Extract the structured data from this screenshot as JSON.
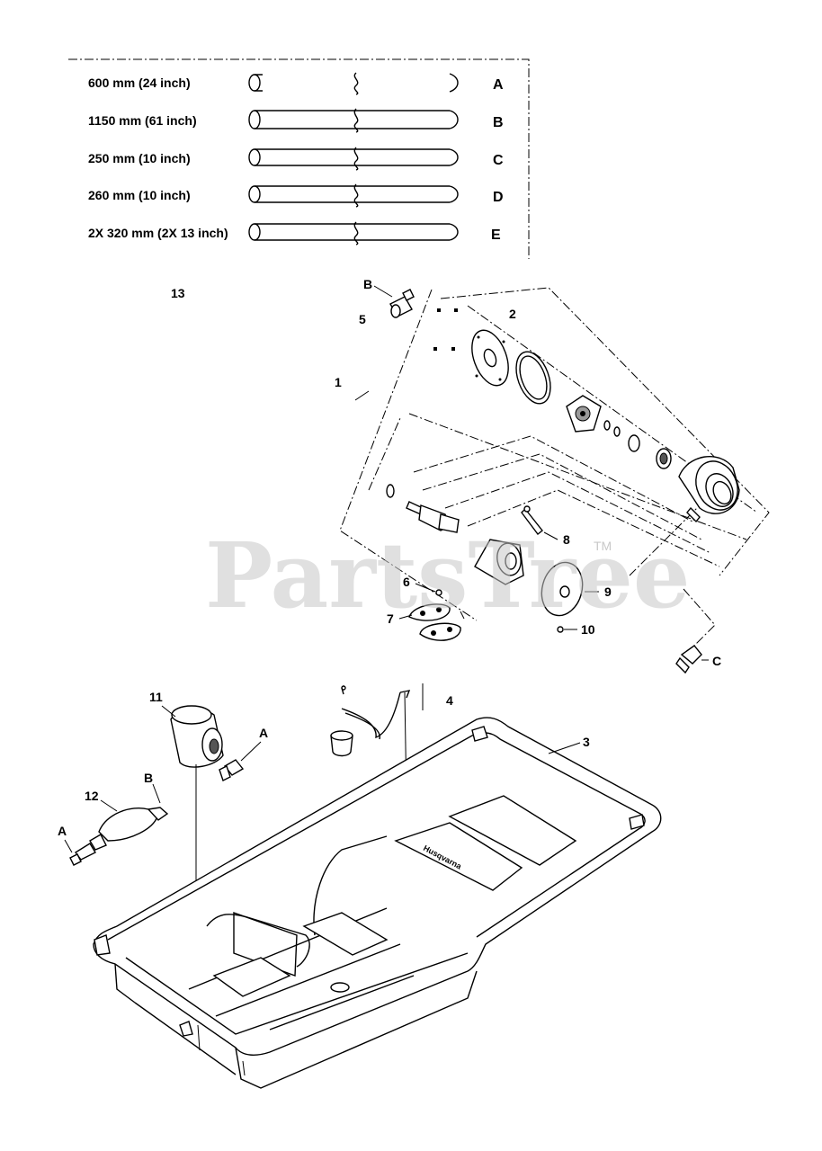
{
  "hoses": [
    {
      "length": "600 mm (24 inch)",
      "letter": "A"
    },
    {
      "length": "1150 mm (61 inch)",
      "letter": "B"
    },
    {
      "length": "250 mm (10 inch)",
      "letter": "C"
    },
    {
      "length": "260 mm (10 inch)",
      "letter": "D"
    },
    {
      "length": "2X 320 mm (2X 13 inch)",
      "letter": "E"
    }
  ],
  "callouts": {
    "c1": "1",
    "c2": "2",
    "c3": "3",
    "c4": "4",
    "c5": "5",
    "c6": "6",
    "c7": "7",
    "c8": "8",
    "c9": "9",
    "c10": "10",
    "c11": "11",
    "c12": "12",
    "c13": "13",
    "pump_in_B": "B",
    "pump_out_C": "C",
    "filter_A": "A",
    "bulb_B": "B",
    "bulb_A": "A"
  },
  "watermark": {
    "text": "PartsTree",
    "tm": "TM"
  },
  "logo_text": "Husqvarna"
}
